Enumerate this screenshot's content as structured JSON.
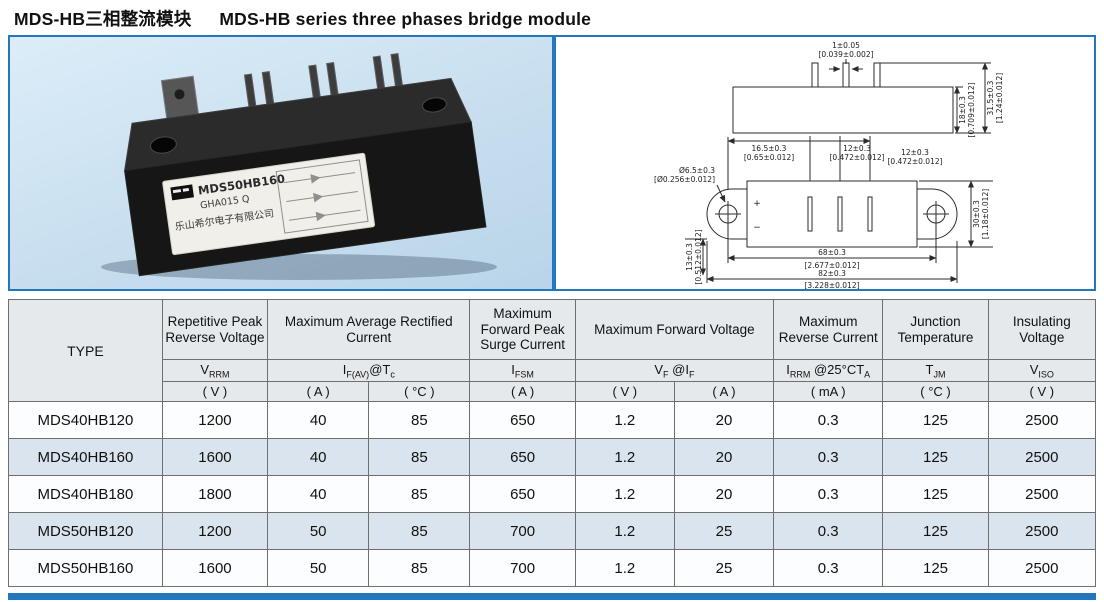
{
  "page": {
    "title_zh": "MDS-HB三相整流模块",
    "title_en": "MDS-HB series three phases bridge module"
  },
  "photo": {
    "label_model": "MDS50HB160",
    "label_code": "GHA015 Q",
    "label_company": "乐山希尔电子有限公司"
  },
  "drawing": {
    "dim_tab": {
      "mm": "1±0.05",
      "in": "[0.039±0.002]"
    },
    "dim_h_body": {
      "mm": "18±0.3",
      "in": "[0.709±0.012]"
    },
    "dim_h_overall": {
      "mm": "31.5±0.3",
      "in": "[1.24±0.012]"
    },
    "dim_hole_offset": {
      "mm": "16.5±0.3",
      "in": "[0.65±0.012]"
    },
    "dim_pitch_a": {
      "mm": "12±0.3",
      "in": "[0.472±0.012]"
    },
    "dim_pitch_b": {
      "mm": "12±0.3",
      "in": "[0.472±0.012]"
    },
    "dim_hole_dia": {
      "mm": "Ø6.5±0.3",
      "in": "[Ø0.256±0.012]"
    },
    "dim_width": {
      "mm": "30±0.3",
      "in": "[1.18±0.012]"
    },
    "dim_hole_span": {
      "mm": "68±0.3",
      "in": "[2.677±0.012]"
    },
    "dim_length": {
      "mm": "82±0.3",
      "in": "[3.228±0.012]"
    },
    "dim_end": {
      "mm": "13±0.3",
      "in": "[0.512±0.012]"
    },
    "marks": {
      "plus": "+",
      "minus": "−"
    }
  },
  "table": {
    "type_header": "TYPE",
    "groups": {
      "reverse_voltage": "Repetitive Peak Reverse Voltage",
      "avg_current": "Maximum Average Rectified Current",
      "surge_current": "Maximum Forward Peak Surge Current",
      "forward_voltage": "Maximum Forward Voltage",
      "reverse_current": "Maximum Reverse Current",
      "junction_temp": "Junction Temperature",
      "insulating_voltage": "Insulating Voltage"
    },
    "symbols": {
      "vrrm": {
        "m": "V",
        "s": "RRM"
      },
      "ifav": {
        "m": "I",
        "s": "F(AV)",
        "t": "@T",
        "u": "c"
      },
      "ifsm": {
        "m": "I",
        "s": "FSM"
      },
      "vf": {
        "m": "V",
        "s": "F",
        "t": " @I",
        "u": "F"
      },
      "irrm": {
        "m": "I",
        "s": "RRM",
        "t": " @25°CT",
        "u": "A"
      },
      "tjm": {
        "m": "T",
        "s": "JM"
      },
      "viso": {
        "m": "V",
        "s": "ISO"
      }
    },
    "units": [
      "( V )",
      "( A )",
      "( °C )",
      "( A )",
      "( V )",
      "( A )",
      "( mA )",
      "( °C )",
      "( V )"
    ],
    "rows": [
      {
        "type": "MDS40HB120",
        "v": [
          "1200",
          "40",
          "85",
          "650",
          "1.2",
          "20",
          "0.3",
          "125",
          "2500"
        ]
      },
      {
        "type": "MDS40HB160",
        "v": [
          "1600",
          "40",
          "85",
          "650",
          "1.2",
          "20",
          "0.3",
          "125",
          "2500"
        ]
      },
      {
        "type": "MDS40HB180",
        "v": [
          "1800",
          "40",
          "85",
          "650",
          "1.2",
          "20",
          "0.3",
          "125",
          "2500"
        ]
      },
      {
        "type": "MDS50HB120",
        "v": [
          "1200",
          "50",
          "85",
          "700",
          "1.2",
          "25",
          "0.3",
          "125",
          "2500"
        ]
      },
      {
        "type": "MDS50HB160",
        "v": [
          "1600",
          "50",
          "85",
          "700",
          "1.2",
          "25",
          "0.3",
          "125",
          "2500"
        ]
      }
    ]
  }
}
